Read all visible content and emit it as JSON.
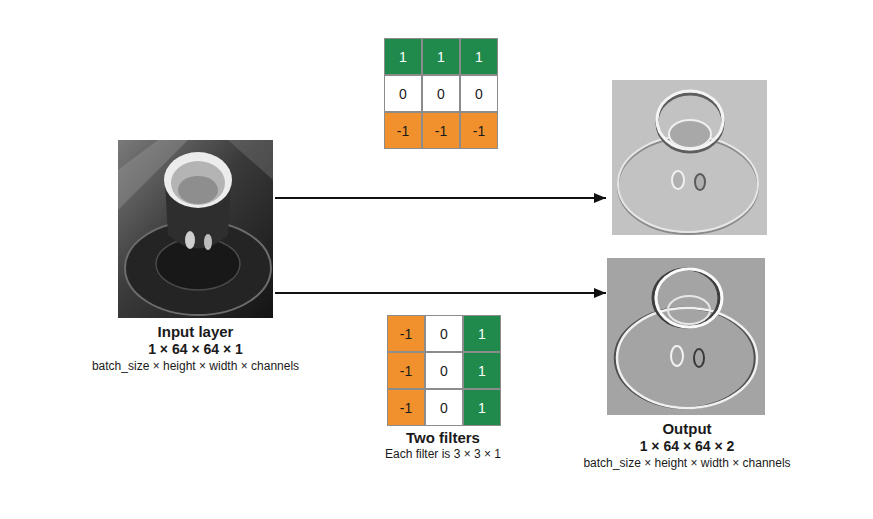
{
  "diagram": {
    "nodes": [
      {
        "text": [
          "Input layer",
          "1 × 64 × 64 × 1",
          "batch_size × height × width × channels"
        ]
      },
      {
        "text": [
          "1"
        ]
      },
      {
        "text": [
          "1"
        ]
      },
      {
        "text": [
          "1"
        ]
      },
      {
        "text": [
          "0"
        ]
      },
      {
        "text": [
          "0"
        ]
      },
      {
        "text": [
          "0"
        ]
      },
      {
        "text": [
          "-1"
        ]
      },
      {
        "text": [
          "-1"
        ]
      },
      {
        "text": [
          "-1"
        ]
      },
      {
        "text": [
          "Output",
          "1 × 64 × 64 × 2",
          "batch_size × height × width × channels"
        ]
      },
      {
        "text": [
          "-1"
        ]
      },
      {
        "text": [
          "0"
        ]
      },
      {
        "text": [
          "1"
        ]
      },
      {
        "text": [
          "-1"
        ]
      },
      {
        "text": [
          "0"
        ]
      },
      {
        "text": [
          "1"
        ]
      },
      {
        "text": [
          "-1"
        ]
      },
      {
        "text": [
          "0"
        ]
      },
      {
        "text": [
          "1"
        ]
      }
    ],
    "edges": [
      {
        "from": 0,
        "to": 10,
        "arrow": "to"
      },
      {
        "from": 0,
        "to": 10,
        "arrow": "to"
      }
    ],
    "labels": [
      "Two filters",
      "Each filter is 3 × 3 × 1"
    ]
  }
}
